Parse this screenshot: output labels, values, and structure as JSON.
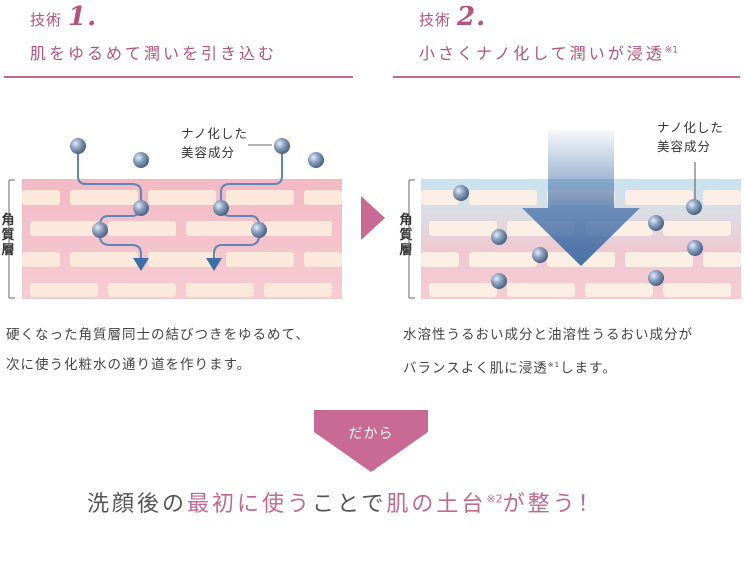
{
  "technique1": {
    "prefix": "技術",
    "number": "1.",
    "subtitle": "肌をゆるめて潤いを引き込む",
    "callout_line1": "ナノ化した",
    "callout_line2": "美容成分",
    "layer_label": "角質層",
    "desc_line1": "硬くなった角質層同士の結びつきをゆるめて、",
    "desc_line2": "次に使う化粧水の通り道を作ります。"
  },
  "technique2": {
    "prefix": "技術",
    "number": "2.",
    "subtitle": "小さくナノ化して潤いが浸透",
    "subtitle_note": "※1",
    "callout_line1": "ナノ化した",
    "callout_line2": "美容成分",
    "layer_label": "角質層",
    "desc_line1": "水溶性うるおい成分と油溶性うるおい成分が",
    "desc_line2a": "バランスよく肌に浸透",
    "desc_note": "※1",
    "desc_line2b": "します。"
  },
  "badge": {
    "label": "だから"
  },
  "headline": {
    "part1": "洗顔後の",
    "part2": "最初に使う",
    "part3": "ことで",
    "part4": "肌の土台",
    "note": "※2",
    "part5": "が整う！"
  },
  "colors": {
    "accent": "#c16a8f",
    "arrow_pink": "#c86a93",
    "skin_pink": "#f4c3cb",
    "cell": "#fde9dc"
  }
}
